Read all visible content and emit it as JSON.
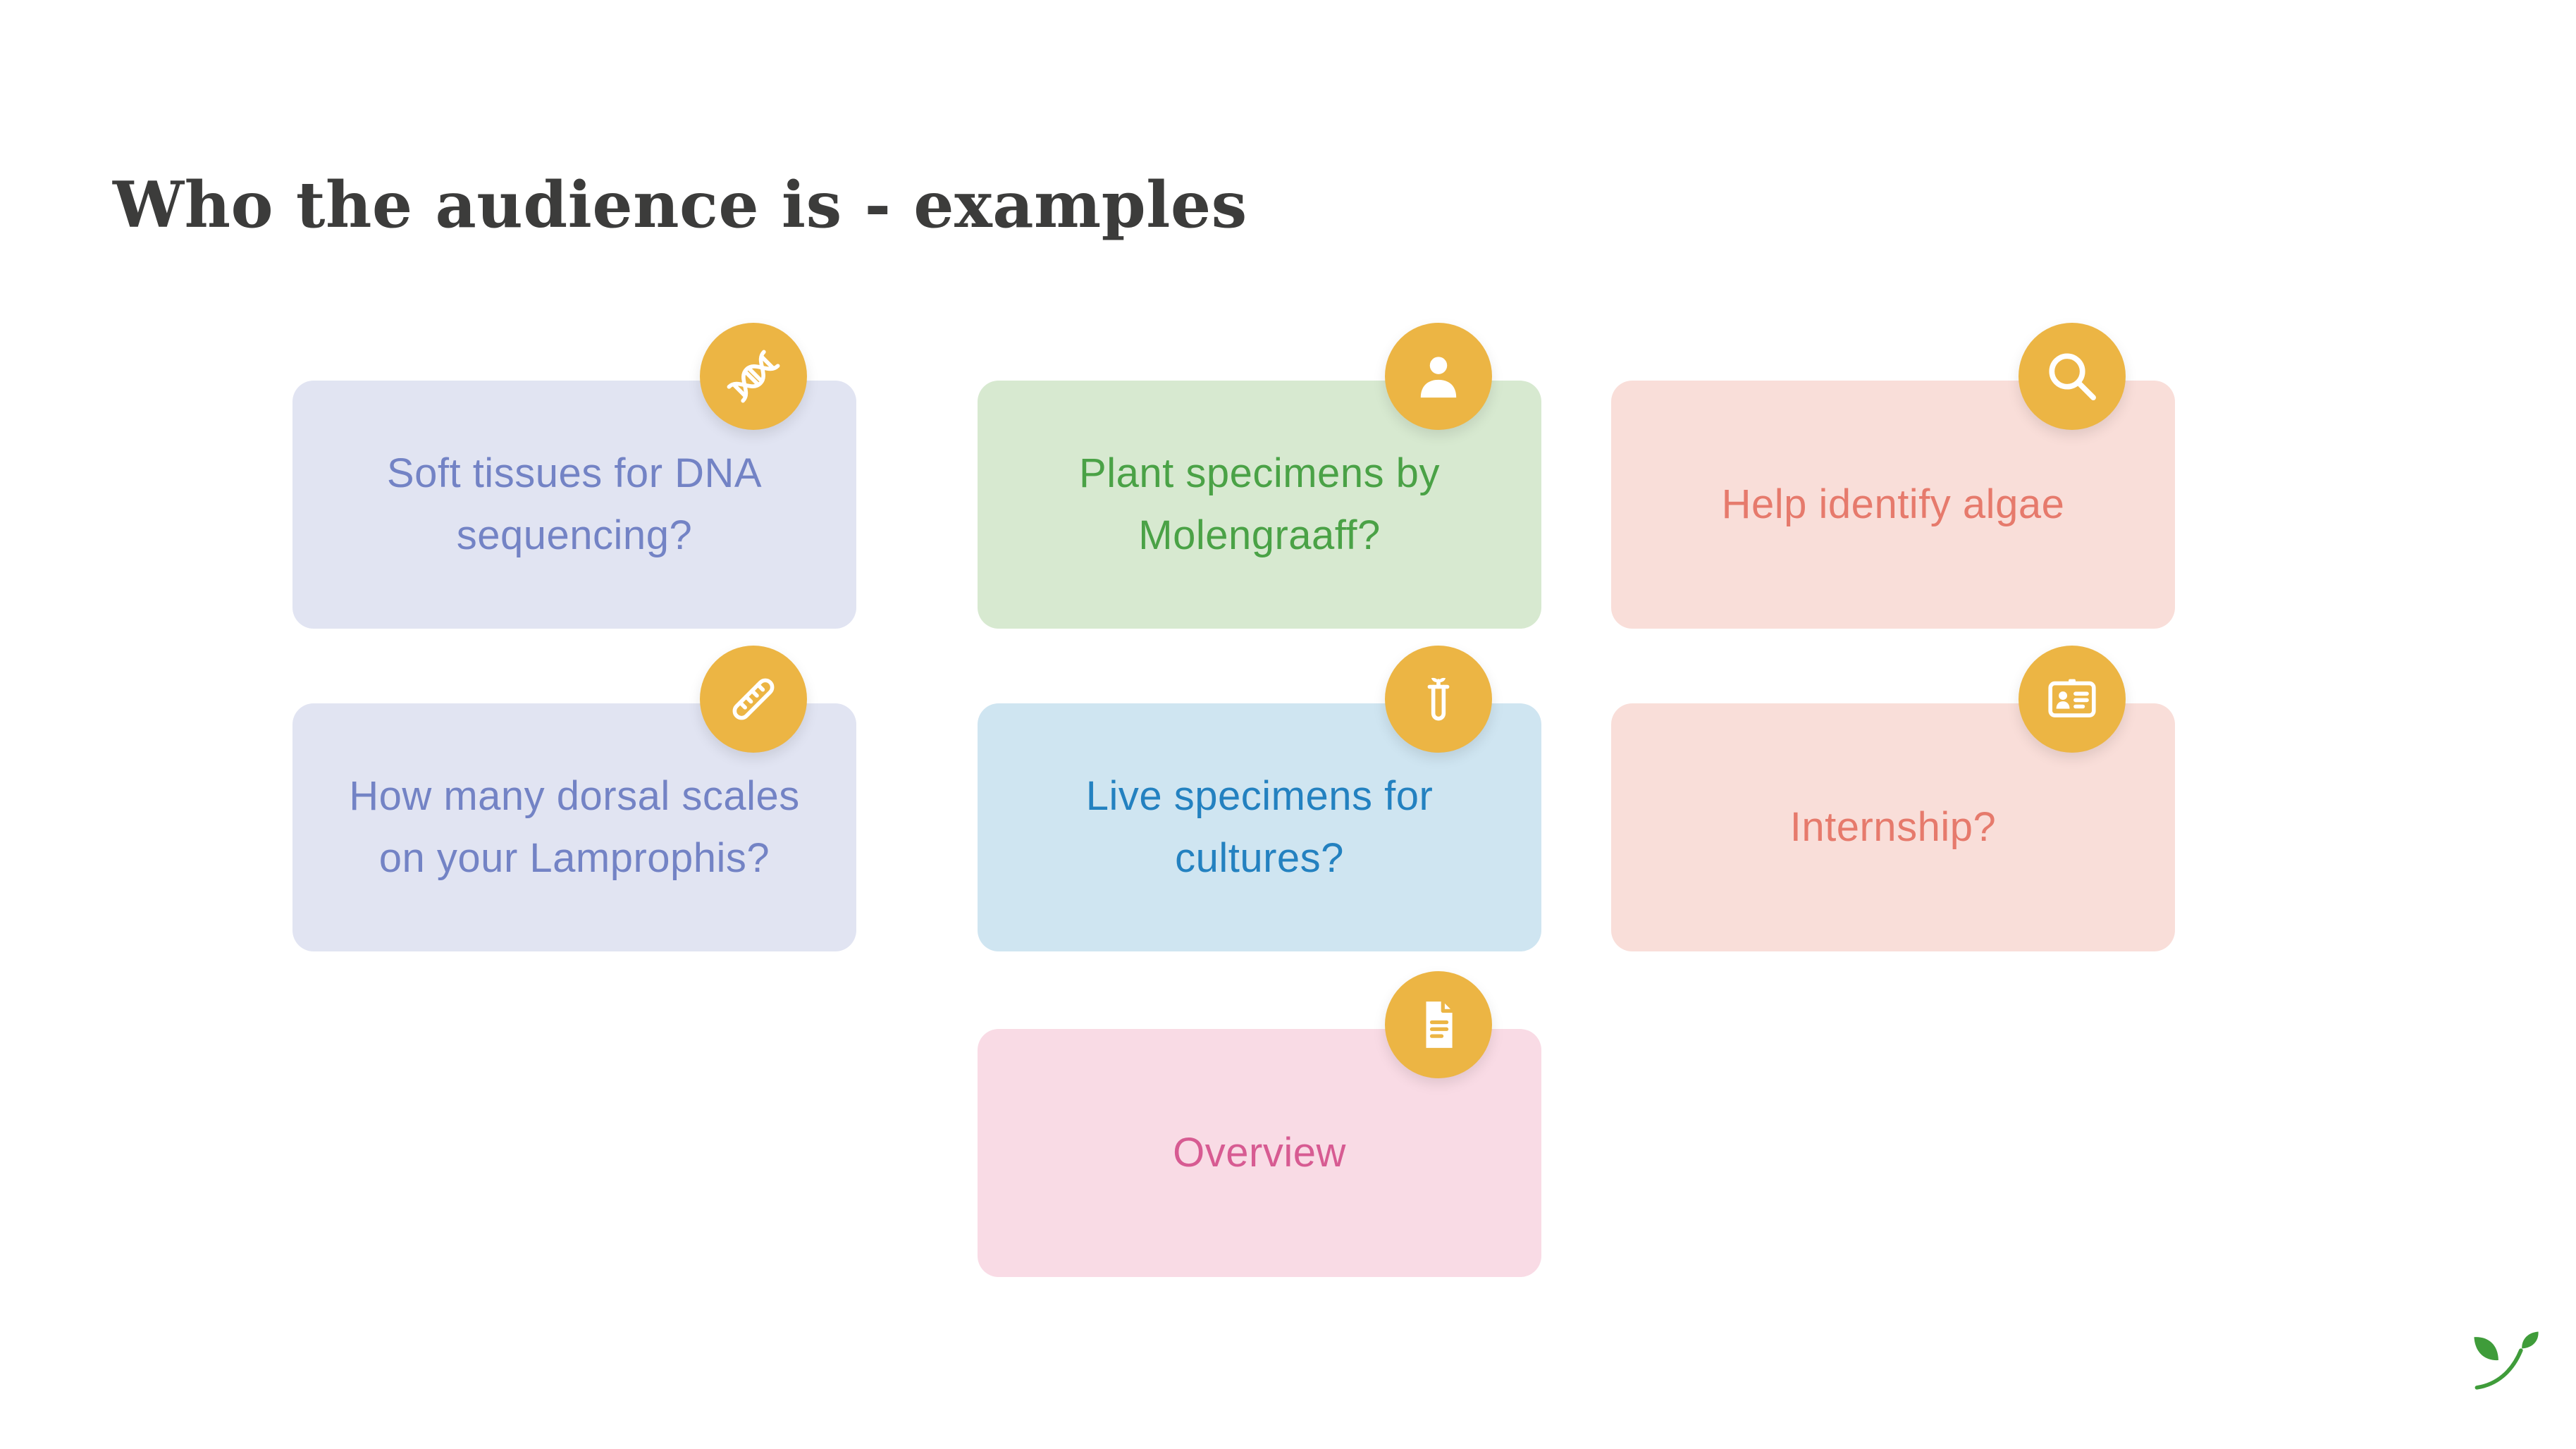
{
  "slide": {
    "title": "Who the audience is - examples",
    "background": "#ffffff",
    "title_color": "#3c3c3b"
  },
  "cards": [
    {
      "label": "Soft tissues for DNA sequencing?",
      "icon": "dna-icon",
      "bg": "#e1e4f2",
      "text_color": "#7383c5"
    },
    {
      "label": "Plant specimens by Molengraaff?",
      "icon": "person-icon",
      "bg": "#d7e9d0",
      "text_color": "#4aa246"
    },
    {
      "label": "Help identify algae",
      "icon": "magnifier-icon",
      "bg": "#f9ded9",
      "text_color": "#e67a6c"
    },
    {
      "label": "How many dorsal scales on your Lamprophis?",
      "icon": "ruler-icon",
      "bg": "#e1e4f2",
      "text_color": "#7383c5"
    },
    {
      "label": "Live specimens for cultures?",
      "icon": "test-tube-icon",
      "bg": "#cfe5f1",
      "text_color": "#2381c0"
    },
    {
      "label": "Internship?",
      "icon": "id-badge-icon",
      "bg": "#f9ded9",
      "text_color": "#e67a6c"
    },
    {
      "label": "Overview",
      "icon": "document-icon",
      "bg": "#f9dbe5",
      "text_color": "#d75b92"
    }
  ],
  "icon_style": {
    "circle_color": "#ecb544",
    "glyph_color": "#ffffff"
  },
  "logo": {
    "name": "sprout-logo",
    "color": "#3f9c3a"
  }
}
